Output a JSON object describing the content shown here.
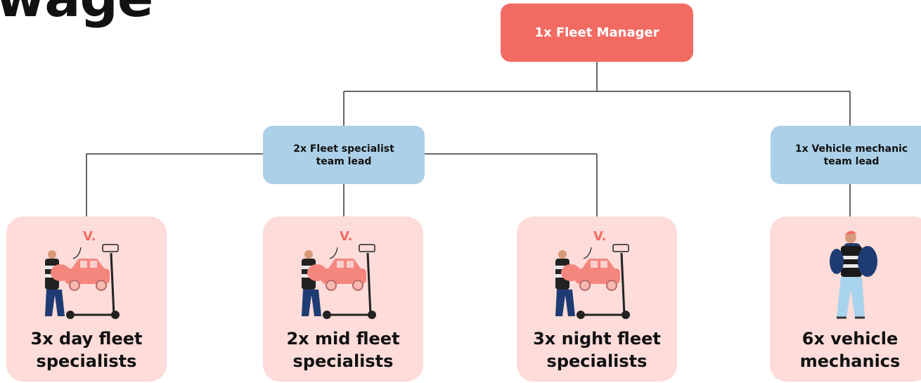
{
  "heading_fragment": "wage",
  "manager": {
    "label": "1x Fleet Manager"
  },
  "leads": [
    {
      "line1": "2x Fleet specialist",
      "line2": "team lead"
    },
    {
      "line1": "1x Vehicle mechanic",
      "line2": "team lead"
    }
  ],
  "teams": [
    {
      "line1": "3x day fleet",
      "line2": "specialists",
      "art": "fleet-specialist-illustration"
    },
    {
      "line1": "2x mid fleet",
      "line2": "specialists",
      "art": "fleet-specialist-illustration"
    },
    {
      "line1": "3x night fleet",
      "line2": "specialists",
      "art": "fleet-specialist-illustration"
    },
    {
      "line1": "6x vehicle",
      "line2": "mechanics",
      "art": "mechanic-illustration"
    }
  ],
  "colors": {
    "manager": "#f26b63",
    "lead": "#abd0e8",
    "team": "#fddcd9",
    "connector": "#333333"
  }
}
